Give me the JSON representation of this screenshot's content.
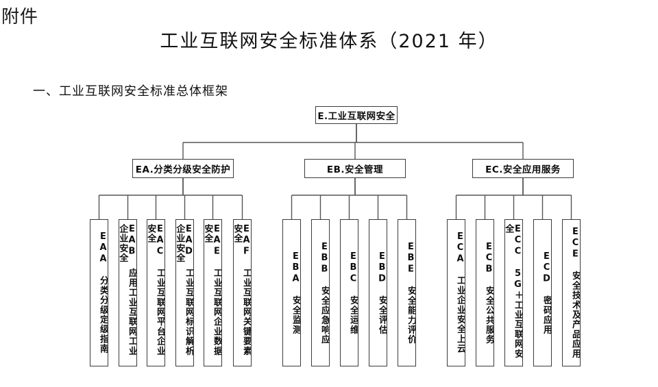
{
  "document": {
    "attachment_label": "附件",
    "title": "工业互联网安全标准体系（2021 年）",
    "section_heading": "一、工业互联网安全标准总体框架"
  },
  "colors": {
    "box_border": "#3a3a3a",
    "connector": "#555555",
    "text": "#0d0d0d",
    "background": "#ffffff"
  },
  "chart_data": {
    "type": "diagram",
    "subtype": "organizational-tree",
    "title": "工业互联网安全标准体系（2021 年）",
    "orientation": "top-down",
    "levels": 3,
    "root": {
      "id": "E",
      "code": "E.",
      "label": "E.工业互联网安全"
    },
    "branches": [
      {
        "id": "EA",
        "code": "EA.",
        "label": "EA.分类分级安全防护",
        "children": [
          {
            "id": "EAA",
            "code": "EAA",
            "label": "EAA 分类分级定级指南"
          },
          {
            "id": "EAB",
            "code": "EAB",
            "label": "EAB 应用工业互联网工业企业安全"
          },
          {
            "id": "EAC",
            "code": "EAC",
            "label": "EAC 工业互联网平台企业安全"
          },
          {
            "id": "EAD",
            "code": "EAD",
            "label": "EAD 工业互联网标识解析企业安全"
          },
          {
            "id": "EAE",
            "code": "EAE",
            "label": "EAE 工业互联网企业数据安全"
          },
          {
            "id": "EAF",
            "code": "EAF",
            "label": "EAF 工业互联网关键要素安全"
          }
        ]
      },
      {
        "id": "EB",
        "code": "EB.",
        "label": "EB.安全管理",
        "children": [
          {
            "id": "EBA",
            "code": "EBA",
            "label": "EBA 安全监测"
          },
          {
            "id": "EBB",
            "code": "EBB",
            "label": "EBB 安全应急响应"
          },
          {
            "id": "EBC",
            "code": "EBC",
            "label": "EBC 安全运维"
          },
          {
            "id": "EBD",
            "code": "EBD",
            "label": "EBD 安全评估"
          },
          {
            "id": "EBE",
            "code": "EBE",
            "label": "EBE 安全能力评价"
          }
        ]
      },
      {
        "id": "EC",
        "code": "EC.",
        "label": "EC.安全应用服务",
        "children": [
          {
            "id": "ECA",
            "code": "ECA",
            "label": "ECA 工业企业安全上云"
          },
          {
            "id": "ECB",
            "code": "ECB",
            "label": "ECB 安全公共服务"
          },
          {
            "id": "ECC",
            "code": "ECC",
            "label": "ECC 5G＋工业互联网安全"
          },
          {
            "id": "ECD",
            "code": "ECD",
            "label": "ECD 密码应用"
          },
          {
            "id": "ECE",
            "code": "ECE",
            "label": "ECE 安全技术及产品应用"
          }
        ]
      }
    ]
  }
}
